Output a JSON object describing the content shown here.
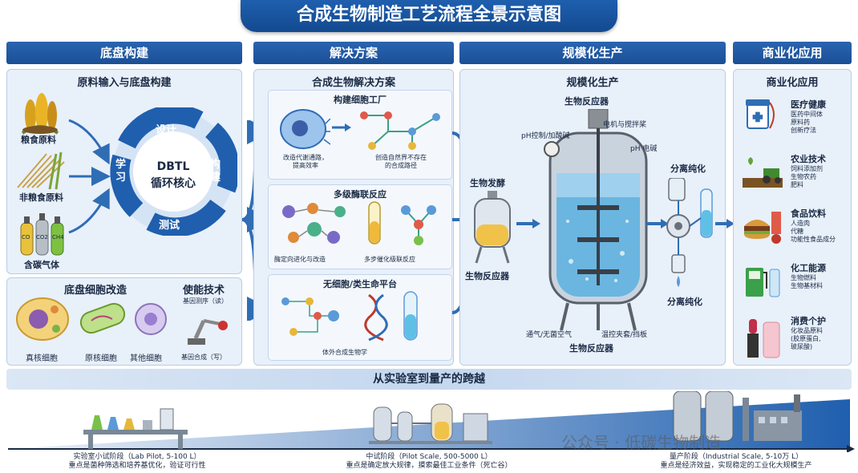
{
  "title": "合成生物制造工艺流程全景示意图",
  "sections": {
    "chassis": "底盘构建",
    "solution": "解决方案",
    "scale": "规模化生产",
    "commercial": "商业化应用"
  },
  "chassis_panel": {
    "title": "原料输入与底盘构建",
    "raw": [
      "粮食原料",
      "非粮食原料",
      "含碳气体"
    ],
    "gases": [
      "CO",
      "CO2",
      "CH4"
    ],
    "dbtl_center": [
      "DBTL",
      "循环核心"
    ],
    "dbtl_steps": {
      "design": "设计",
      "build": "构建",
      "test": "测试",
      "learn": "学习"
    }
  },
  "cell_panel": {
    "title": "底盘细胞改造",
    "cells": [
      "真核细胞",
      "原核细胞",
      "其他细胞"
    ]
  },
  "enabling_panel": {
    "title": "使能技术",
    "seq": "基因测序（读）",
    "synth": "基因合成（写）"
  },
  "solution_panel": {
    "title": "合成生物解决方案",
    "factory": {
      "title": "构建细胞工厂",
      "left": [
        "改造代谢通路，",
        "提高效率"
      ],
      "right": [
        "创造自然界不存在",
        "的合成路径"
      ]
    },
    "enzyme": {
      "title": "多级酶联反应",
      "left": "酶定向进化与改造",
      "right": "多步催化级联反应"
    },
    "cellfree": {
      "title": "无细胞/类生命平台",
      "bottom": "体外合成生物学"
    }
  },
  "scale_panel": {
    "title": "规模化生产",
    "bioreactor": "生物反应器",
    "ferment": "生物发酵",
    "small_reactor": "生物反应器",
    "ph": "pH控制/加酸碱",
    "motor": "电机与搅拌桨",
    "ph2": "pH 电碱",
    "air": "通气/无菌空气",
    "temp": "温控夹套/挡板",
    "bottom_label": "生物反应器",
    "sep1": "分离纯化",
    "sep2": "分离纯化"
  },
  "commercial_panel": {
    "title": "商业化应用",
    "items": [
      {
        "title": "医疗健康",
        "desc": [
          "医药中间体",
          "原料药",
          "创新疗法"
        ]
      },
      {
        "title": "农业技术",
        "desc": [
          "饲料添加剂",
          "生物农药",
          "肥料"
        ]
      },
      {
        "title": "食品饮料",
        "desc": [
          "人造肉",
          "代糖",
          "功能性食品成分"
        ]
      },
      {
        "title": "化工能源",
        "desc": [
          "生物燃料",
          "生物基材料"
        ]
      },
      {
        "title": "消费个护",
        "desc": [
          "化妆品原料",
          "(胶原蛋白,",
          "玻尿酸)"
        ]
      }
    ]
  },
  "bottom": {
    "title": "从实验室到量产的跨越",
    "stages": [
      {
        "line1": "实验室小试阶段（Lab Pilot, 5-100 L）",
        "line2": "重点是菌种筛选和培养基优化，验证可行性"
      },
      {
        "line1": "中试阶段（Pilot Scale, 500-5000 L）",
        "line2": "重点是确定放大规律，摸索最佳工业条件（死亡谷）"
      },
      {
        "line1": "量产阶段（Industrial Scale, 5-10万 L）",
        "line2": "重点是经济效益，实现稳定的工业化大规模生产"
      }
    ]
  },
  "watermark": "公众号 · 低碳生物制造",
  "colors": {
    "primary": "#1a4f95",
    "panel": "#e8f0fa",
    "accent": "#3a8fd8"
  }
}
